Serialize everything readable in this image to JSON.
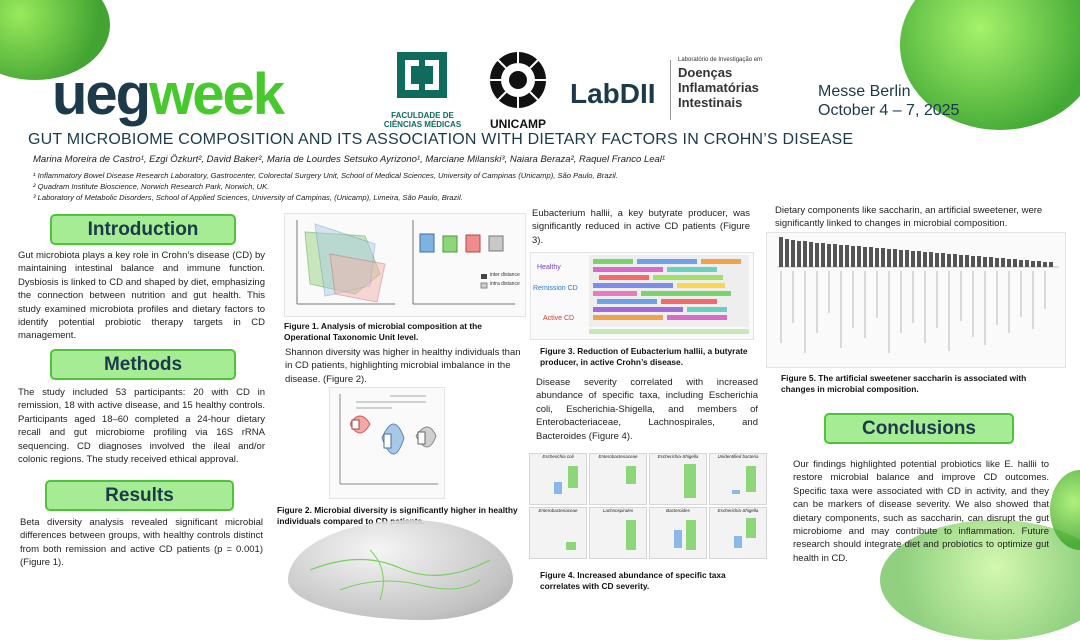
{
  "header": {
    "brand_part1": "ueg",
    "brand_part2": "week",
    "fcm_logo_text": "FACULDADE DE CIÊNCIAS MÉDICAS",
    "unicamp_logo_text": "UNICAMP",
    "labdii_name": "LabDII",
    "labdii_sub1": "Laboratório de Investigação em",
    "labdii_sub2": "Doenças",
    "labdii_sub3": "Inflamatórias",
    "labdii_sub4": "Intestinais",
    "venue_line1": "Messe Berlin",
    "venue_line2": "October 4 – 7, 2025"
  },
  "title": "GUT MICROBIOME COMPOSITION AND ITS ASSOCIATION WITH DIETARY FACTORS IN CROHN’S DISEASE",
  "authors": "Marina Moreira de Castro¹, Ezgi Özkurt², David Baker², Maria de Lourdes Setsuko Ayrizono¹, Marciane Milanski³, Naiara Beraza², Raquel Franco Leal¹",
  "affiliations": [
    "¹ Inflammatory Bowel Disease Research Laboratory, Gastrocenter, Colorectal Surgery Unit, School of Medical Sciences, University of Campinas (Unicamp), São Paulo, Brazil.",
    "² Quadram Institute Bioscience, Norwich Research Park, Norwich, UK.",
    "³ Laboratory of Metabolic Disorders, School of Applied Sciences, University of Campinas, (Unicamp), Limeira, São Paulo, Brazil."
  ],
  "sections": {
    "introduction": {
      "heading": "Introduction",
      "text": "Gut microbiota plays a key role in Crohn’s disease (CD) by maintaining intestinal balance and immune function. Dysbiosis is linked to CD and shaped by diet, emphasizing the connection between nutrition and gut health. This study examined microbiota profiles and dietary factors to identify potential probiotic therapy targets in CD management."
    },
    "methods": {
      "heading": "Methods",
      "text": "The study included 53 participants: 20 with CD in remission, 18 with active disease, and 15 healthy controls. Participants aged 18–60 completed a 24-hour dietary recall and gut microbiome profiling via 16S rRNA sequencing. CD diagnoses involved the ileal and/or colonic regions. The study received ethical approval."
    },
    "results": {
      "heading": "Results",
      "text": "Beta diversity analysis revealed significant microbial differences between groups, with healthy controls distinct from both remission and active CD patients (p = 0.001) (Figure 1)."
    },
    "conclusions": {
      "heading": "Conclusions",
      "text": "Our findings highlighted potential probiotics like E. hallii to restore microbial balance and improve CD outcomes. Specific taxa were associated with CD in activity, and they can be markers of disease severity. We also showed that dietary components, such as saccharin, can disrupt the gut microbiome and may contribute to inflammation. Future research should integrate diet and probiotics to optimize gut health in CD."
    }
  },
  "figures": {
    "fig1_caption": "Figure 1. Analysis of microbial composition at the Operational Taxonomic Unit level.",
    "fig1_legend": [
      "inter distance",
      "intra distance"
    ],
    "shannon_text": "Shannon diversity was higher in healthy individuals than in CD patients, highlighting microbial imbalance in the disease. (Figure 2).",
    "fig2_caption": "Figure 2. Microbial diversity is significantly higher in healthy individuals compared to CD patients.",
    "eubacterium_text": "Eubacterium hallii, a key butyrate producer, was significantly reduced in active CD patients (Figure 3).",
    "fig3_labels": [
      "Healthy",
      "Remission CD",
      "Active CD"
    ],
    "fig3_caption": "Figure 3. Reduction of Eubacterium hallii, a butyrate producer, in active Crohn’s disease.",
    "severity_text": "Disease severity correlated with increased abundance of specific taxa, including Escherichia coli, Escherichia-Shigella, and members of Enterobacteriaceae, Lachnospirales, and Bacteroides (Figure 4).",
    "fig4_panels": [
      "Escherichia coli",
      "Enterobacteriaceae",
      "Escherichia-Shigella",
      "Unidentified bacteria",
      "Enterobacteriaceae",
      "Lachnospirales",
      "Bacteroides",
      "Escherichia-Shigella"
    ],
    "fig4_caption": "Figure 4. Increased abundance of specific taxa correlates with CD severity.",
    "dietary_text": "Dietary components like saccharin, an artificial sweetener, were significantly linked to changes in microbial composition.",
    "fig5_caption": "Figure 5. The artificial sweetener saccharin is associated with changes in microbial composition."
  },
  "colors": {
    "accent_green": "#4fc43a",
    "box_fill": "#a5ec95",
    "dark_navy": "#1c3a4a",
    "fcm_teal": "#0f6b5e"
  }
}
